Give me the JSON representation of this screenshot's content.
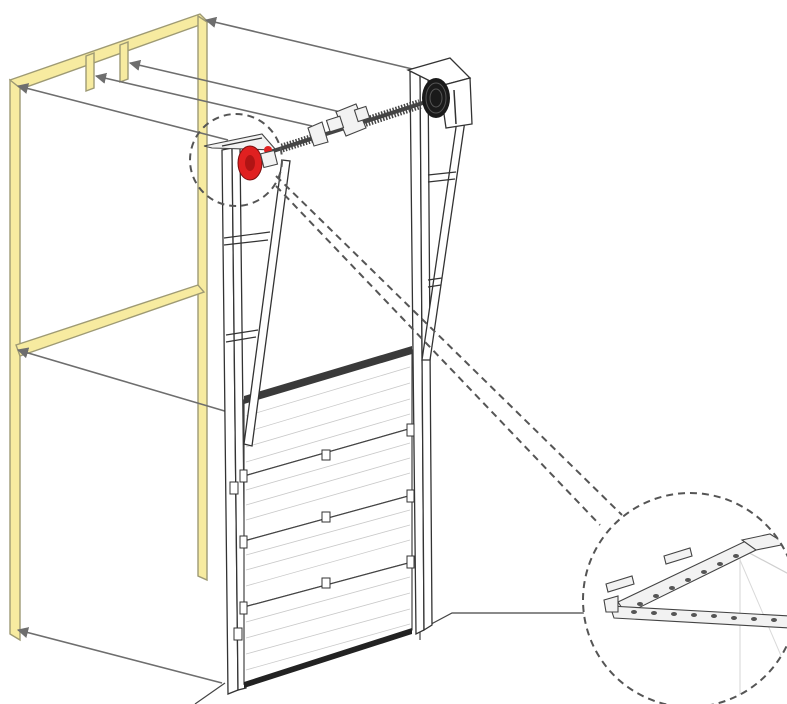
{
  "colors": {
    "frame": "#f7eba0",
    "cable_drum_left": "#e02020",
    "cable_drum_right": "#1a1a1a",
    "arrows": "#6e6e6e",
    "callout_circle": "#555555"
  },
  "components": {
    "frame": "yellow-door-frame",
    "door": "sectional-garage-door",
    "panels": [
      "panel-1",
      "panel-2",
      "panel-3",
      "panel-4"
    ],
    "torsion_shaft": "torsion-spring-shaft",
    "drum_left": "red-cable-drum",
    "drum_right": "black-cable-drum",
    "detail": "bracket-detail-callout"
  }
}
